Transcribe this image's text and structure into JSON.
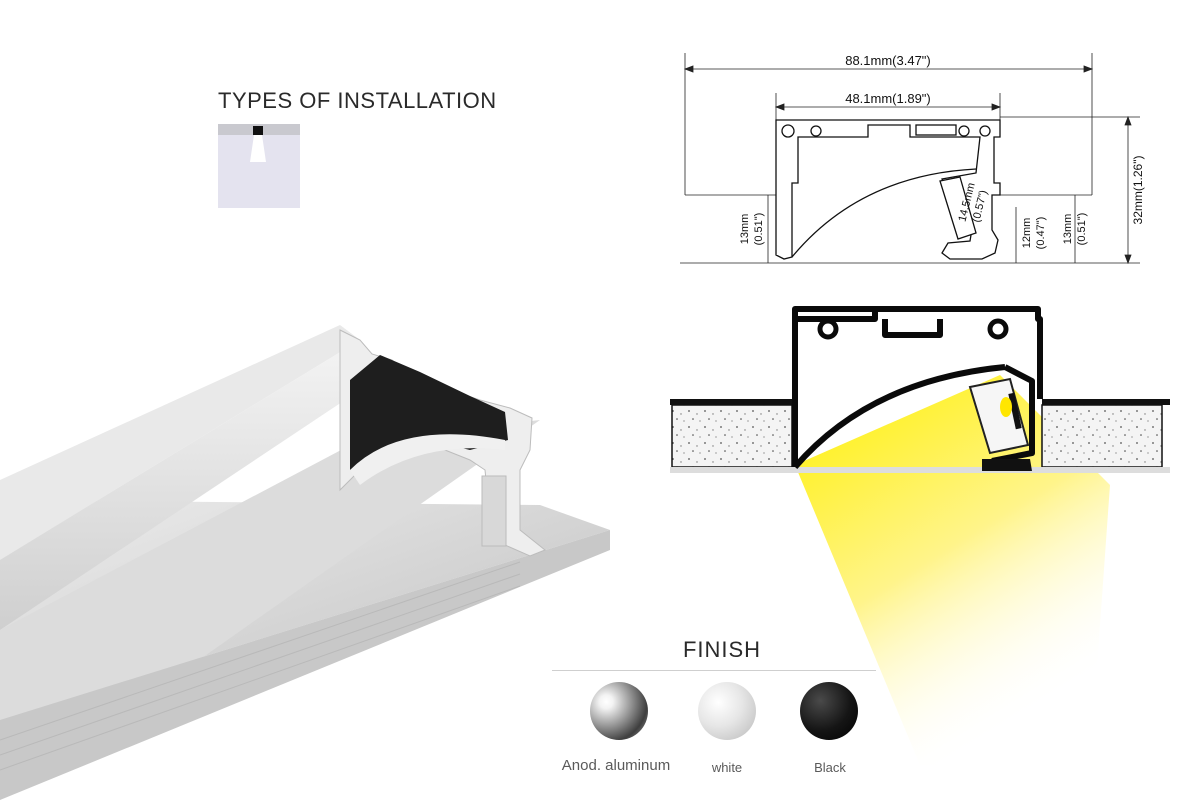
{
  "installation": {
    "title": "TYPES OF INSTALLATION",
    "icon": "recessed-trimless-install-icon"
  },
  "dimensions": {
    "overall_width": "88.1mm(3.47\")",
    "inner_width": "48.1mm(1.89\")",
    "height": "32mm(1.26\")",
    "left_depth_mm": "13mm",
    "left_depth_in": "(0.51\")",
    "diffuser_mm": "14.5mm",
    "diffuser_in": "(0.57\")",
    "right_a_mm": "12mm",
    "right_a_in": "(0.47\")",
    "right_b_mm": "13mm",
    "right_b_in": "(0.51\")"
  },
  "finish": {
    "title": "FINISH",
    "options": [
      {
        "label": "Anod. aluminum",
        "color": "#9a9a9a"
      },
      {
        "label": "white",
        "color": "#e6e6e6"
      },
      {
        "label": "Black",
        "color": "#151515"
      }
    ]
  },
  "colors": {
    "light_beam": "#fff25a",
    "profile_line": "#111111",
    "aluminum": "#e8e8e8"
  }
}
